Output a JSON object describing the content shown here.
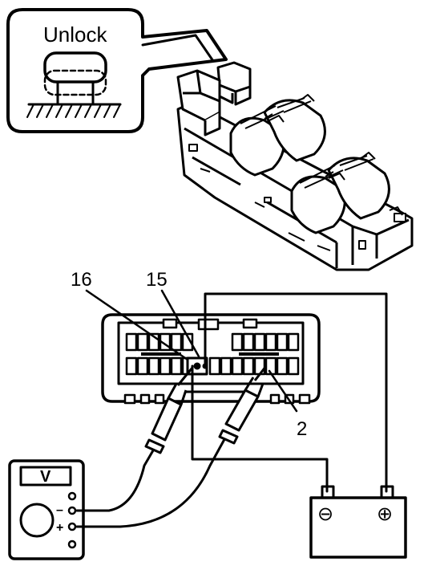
{
  "callout": {
    "title": "Unlock"
  },
  "pin_labels": {
    "pin_16": "16",
    "pin_15": "15",
    "pin_2": "2"
  },
  "meter": {
    "display": "V",
    "minus": "–",
    "plus": "+"
  },
  "battery": {
    "minus": "⊖",
    "plus": "⊕"
  },
  "icons": [
    "voltmeter-icon",
    "battery-icon",
    "switch-assembly-icon",
    "connector-icon",
    "probe-icon",
    "lock-knob-icon"
  ]
}
